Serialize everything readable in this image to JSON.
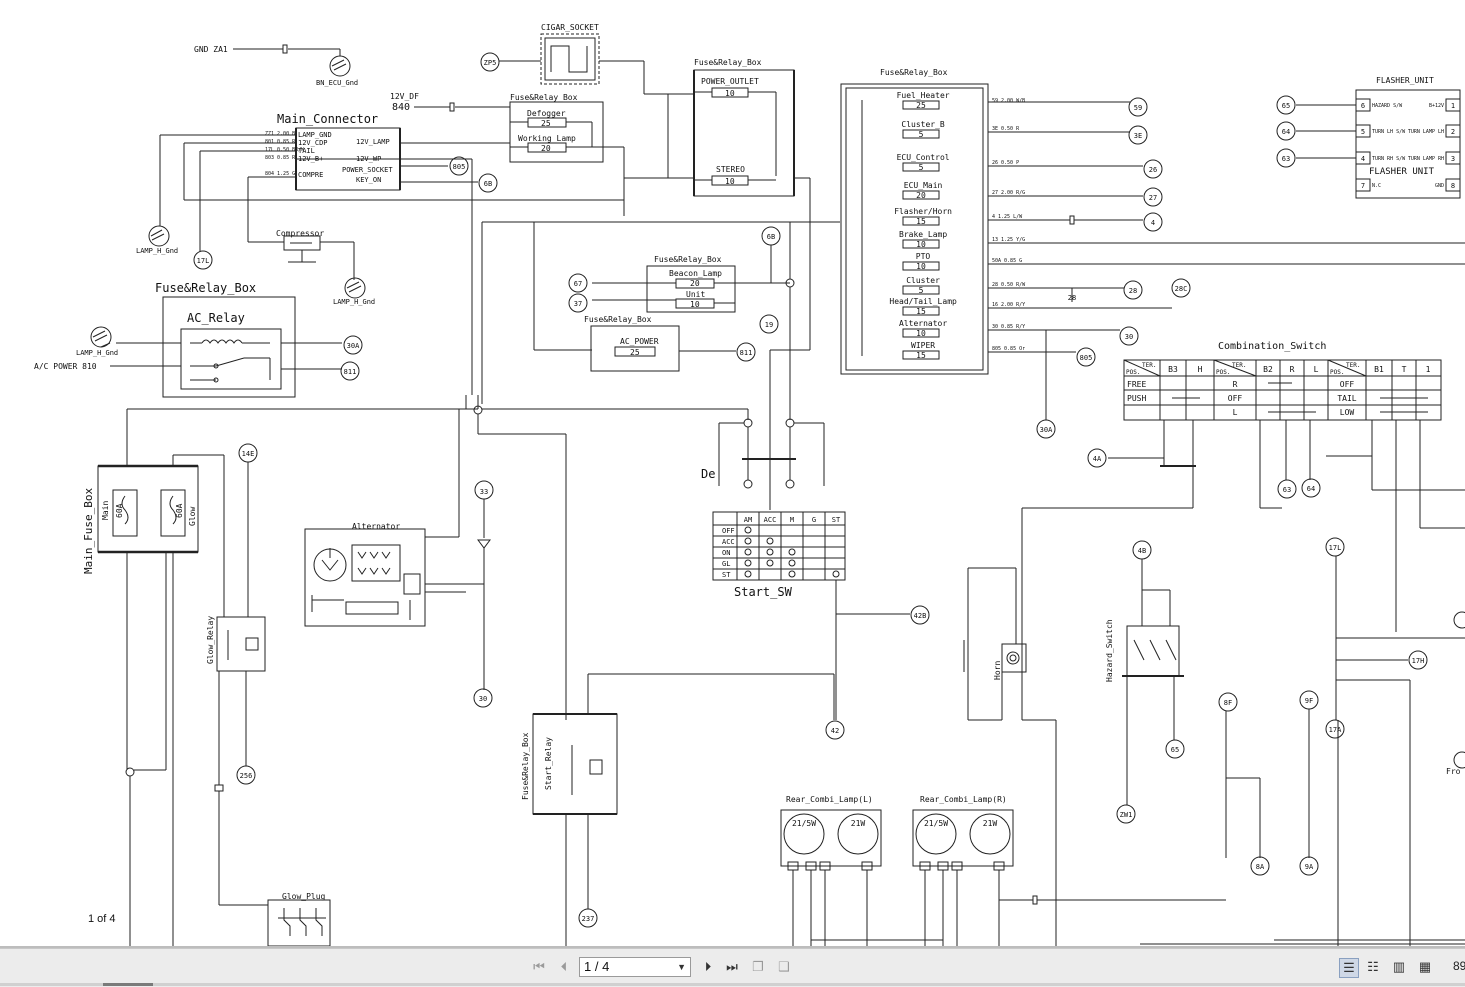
{
  "viewer": {
    "page_counter": "1 of 4",
    "page_select_value": "1 / 4",
    "zoom": "89",
    "icons": [
      "first-page-icon",
      "prev-page-icon",
      "next-page-icon",
      "last-page-icon",
      "single-page-icon",
      "continuous-icon",
      "two-page-icon",
      "two-page-continuous-icon"
    ]
  },
  "diagram": {
    "blocks": {
      "cigar_socket": "CIGAR_SOCKET",
      "fuse_relay_box": "Fuse&Relay_Box",
      "main_connector": "Main_Connector",
      "compressor": "Compressor",
      "ac_relay": "AC_Relay",
      "main_fuse_box": "Main_Fuse_Box",
      "alternator": "Alternator",
      "glow_relay": "Glow_Relay",
      "glow_plug": "Glow_Plug",
      "start_relay": "Start_Relay",
      "start_sw": "Start_SW",
      "horn": "Horn",
      "hazard_switch": "Hazard_Switch",
      "rear_combi_l": "Rear_Combi_Lamp(L)",
      "rear_combi_r": "Rear_Combi_Lamp(R)",
      "combination_switch": "Combination_Switch",
      "flasher_unit": "FLASHER_UNIT",
      "flasher_unit_label": "FLASHER UNIT",
      "power_outlet": "POWER_OUTLET",
      "stereo": "STEREO",
      "defogger": "Defogger",
      "working_lamp": "Working_Lamp",
      "beacon_lamp": "Beacon_Lamp",
      "unit": "Unit",
      "ac_power": "AC_POWER",
      "main": "Main",
      "glow": "Glow",
      "fuse_60a": "60A"
    },
    "ground_labels": {
      "gnd_za1": "GND ZA1",
      "bn_ecu_gnd": "BN_ECU_Gnd",
      "lamp_h_gnd": "LAMP_H_Gnd",
      "ac_power_810": "A/C POWER 810",
      "v12_df": "12V_DF",
      "n840": "840"
    },
    "main_connector_pins": [
      "LAMP_GND",
      "12V_CDP",
      "TAIL",
      "12V_B+",
      "COMPRE"
    ],
    "main_connector_right": [
      "12V_LAMP",
      "12V_WP",
      "POWER_SOCKET",
      "KEY_ON"
    ],
    "main_connector_wires": [
      "ZZ1 2.00 B",
      "801 0.85 R",
      "17L 0.50 BR/W",
      "803 0.85 R",
      "804 1.25 G"
    ],
    "fuses_right": [
      {
        "name": "Fuel_Heater",
        "rating": "25"
      },
      {
        "name": "Cluster_B",
        "rating": "5"
      },
      {
        "name": "ECU_Control",
        "rating": "5"
      },
      {
        "name": "ECU_Main",
        "rating": "20"
      },
      {
        "name": "Flasher/Horn",
        "rating": "15"
      },
      {
        "name": "Brake_Lamp",
        "rating": "10"
      },
      {
        "name": "PTO",
        "rating": "10"
      },
      {
        "name": "Cluster",
        "rating": "5"
      },
      {
        "name": "Head/Tail_Lamp",
        "rating": "15"
      },
      {
        "name": "Alternator",
        "rating": "10"
      },
      {
        "name": "WIPER",
        "rating": "15"
      }
    ],
    "fuse_ratings": {
      "power_outlet": "10",
      "stereo": "10",
      "defogger": "25",
      "working_lamp": "20",
      "beacon_lamp": "20",
      "unit": "10",
      "ac_power": "25"
    },
    "right_wires": [
      "59 2.00 W/B",
      "3E 0.50 R",
      "26 0.50 P",
      "27 2.00 R/G",
      "4 1.25 L/W",
      "13 1.25 Y/G",
      "50A 0.85 G",
      "28 0.50 R/W",
      "16 2.00 R/Y",
      "30 0.85 R/Y",
      "805 0.85 Or"
    ],
    "right_nodes": [
      "59",
      "3E",
      "26",
      "27",
      "4",
      "28",
      "28C",
      "30",
      "805",
      "30A"
    ],
    "left_nodes": [
      "ZP5",
      "805",
      "6B",
      "17L",
      "30A",
      "811",
      "14E",
      "33",
      "30",
      "256",
      "237",
      "19",
      "6B",
      "67",
      "37",
      "42B",
      "42",
      "811"
    ],
    "start_sw_header": [
      "AM",
      "ACC",
      "M",
      "G",
      "ST"
    ],
    "start_sw_rows": [
      "OFF",
      "ACC",
      "ON",
      "GL",
      "ST"
    ],
    "comb_switch": {
      "ter": "TER.",
      "pos": "POS.",
      "cols1": [
        "B3",
        "H"
      ],
      "cols2": [
        "B2",
        "R",
        "L"
      ],
      "cols3": [
        "B1",
        "T",
        "1"
      ],
      "rows1": [
        "FREE",
        "PUSH"
      ],
      "rows2": [
        "R",
        "OFF",
        "L"
      ],
      "rows3": [
        "OFF",
        "TAIL",
        "LOW"
      ]
    },
    "flasher_pins": [
      {
        "num": "6",
        "label": "HAZARD S/W"
      },
      {
        "num": "5",
        "label": "TURN LH S/W"
      },
      {
        "num": "4",
        "label": "TURN RH S/W"
      },
      {
        "num": "7",
        "label": "N.C"
      },
      {
        "num": "1",
        "label": "B+12V"
      },
      {
        "num": "2",
        "label": "TURN LAMP LH"
      },
      {
        "num": "3",
        "label": "TURN LAMP RH"
      },
      {
        "num": "8",
        "label": "GND"
      }
    ],
    "flasher_nodes": [
      "65",
      "64",
      "63"
    ],
    "lamp_bulbs": [
      "21/5W",
      "21W"
    ],
    "misc_nodes": [
      "4A",
      "4B",
      "63",
      "64",
      "17L",
      "17H",
      "17A",
      "8F",
      "8A",
      "9F",
      "9A",
      "65",
      "ZW1",
      "28",
      "Fro",
      "De"
    ]
  }
}
